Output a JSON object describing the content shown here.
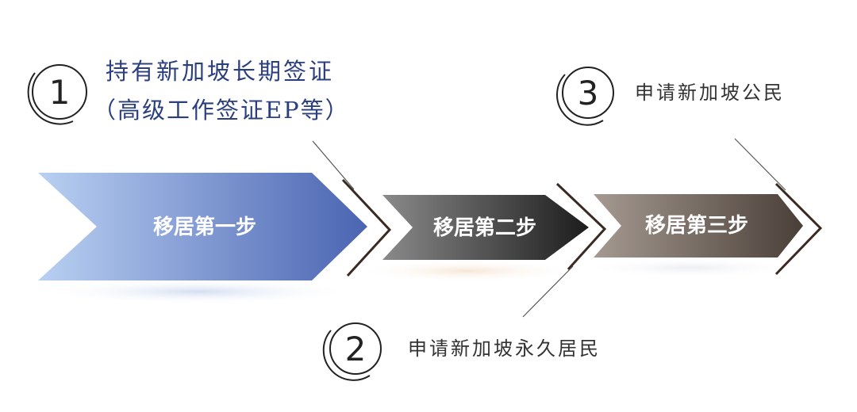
{
  "steps": [
    {
      "label": "移居第一步"
    },
    {
      "label": "移居第二步"
    },
    {
      "label": "移居第三步"
    }
  ],
  "notes": [
    {
      "number": "1",
      "line1": "持有新加坡长期签证",
      "line2": "（高级工作签证EP等）",
      "color": "#2b3f7e"
    },
    {
      "number": "2",
      "line1": "申请新加坡永久居民",
      "color": "#333333"
    },
    {
      "number": "3",
      "line1": "申请新加坡公民",
      "color": "#333333"
    }
  ],
  "colors": {
    "step1": [
      "#b9d0f2",
      "#4a64b2"
    ],
    "step2": [
      "#8a8a8a",
      "#1c1c1c"
    ],
    "step3": [
      "#a59a91",
      "#4a3f38"
    ],
    "chevron": "#3a2a24"
  }
}
